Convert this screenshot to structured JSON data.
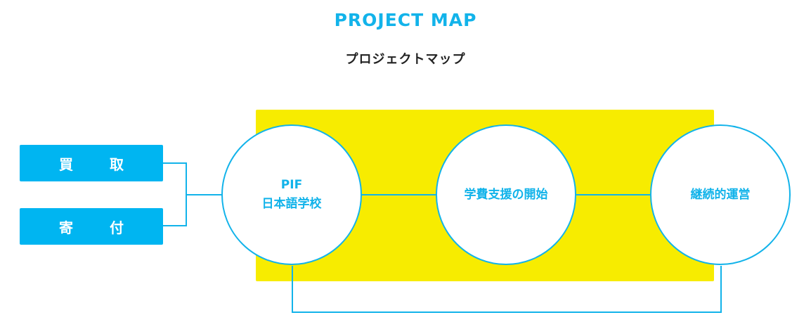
{
  "header": {
    "title": "PROJECT MAP",
    "subtitle": "プロジェクトマップ"
  },
  "sources": [
    {
      "char1": "買",
      "char2": "取"
    },
    {
      "char1": "寄",
      "char2": "付"
    }
  ],
  "stages": [
    {
      "line1": "PIF",
      "line2": "日本語学校"
    },
    {
      "line1": "学費支援の開始"
    },
    {
      "line1": "継続的運営"
    }
  ],
  "colors": {
    "accent": "#12b3ea",
    "box": "#00b5f1",
    "highlight": "#f7ec00",
    "text_dark": "#222222"
  }
}
